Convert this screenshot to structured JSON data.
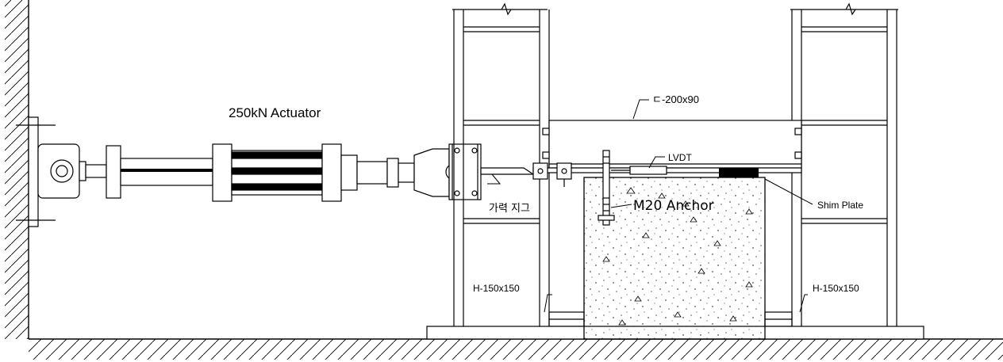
{
  "labels": {
    "actuator": "250kN Actuator",
    "channel": "ㄷ-200x90",
    "lvdt": "LVDT",
    "loading_jig": "가력 지그",
    "anchor": "M20 Anchor",
    "shim_plate": "Shim Plate",
    "h_beam_left": "H-150x150",
    "h_beam_right": "H-150x150"
  },
  "colors": {
    "line": "#000000",
    "background": "#ffffff"
  }
}
